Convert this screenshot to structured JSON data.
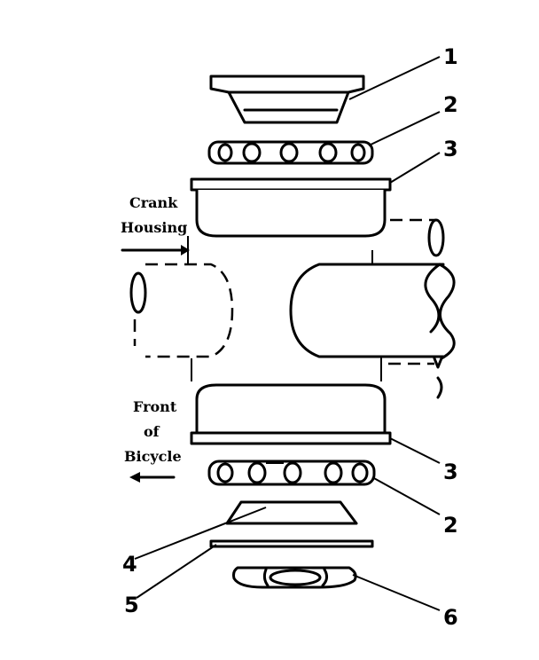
{
  "parts": [
    {
      "number": "1"
    },
    {
      "number": "2"
    },
    {
      "number": "3"
    },
    {
      "number": "3"
    },
    {
      "number": "2"
    },
    {
      "number": "4"
    },
    {
      "number": "5"
    },
    {
      "number": "6"
    }
  ],
  "labels": {
    "crank_housing_line1": "Crank",
    "crank_housing_line2": "Housing",
    "front_line1": "Front",
    "front_line2": "of",
    "front_line3": "Bicycle"
  }
}
